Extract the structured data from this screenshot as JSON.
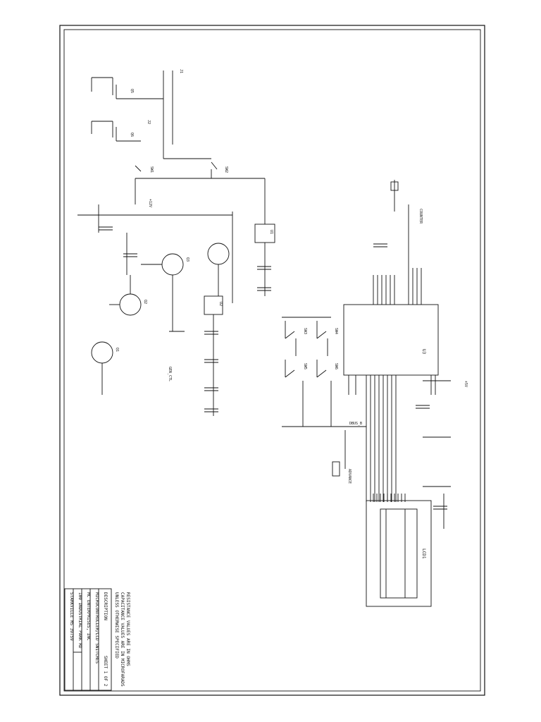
{
  "notes": {
    "line1": "RESISTANCE VALUES ARE IN OHMS",
    "line2": "CAPACITANCE VALUES ARE IN MICROFARADS",
    "line3": "UNLESS OTHERWISE SPECIFIED"
  },
  "title_block": {
    "description_label": "DESCRIPTION",
    "description": "MICROCONTROLLER/LCD SWITCHES",
    "company1": "MC ENTERPRISES, INC",
    "company2": "100 INDUSTRIAL PARK RD",
    "company3": "STARKVILLE MS 39759",
    "sheet": "SHEET 1 OF 2"
  },
  "labels": {
    "lcd": "LCD1",
    "u3": "U3",
    "dbus": "DBUS_B",
    "j1": "J1",
    "j2": "J2",
    "sw1": "SW1",
    "sw2": "SW2",
    "sw3": "SW3",
    "sw4": "SW4",
    "sw5": "SW5",
    "sw6": "SW6",
    "q1": "Q1",
    "q2": "Q2",
    "q3": "Q3",
    "q5": "Q5",
    "q6": "Q6",
    "u1": "U1",
    "u2": "U2",
    "vdd": "+5V",
    "v12": "+12V",
    "counter": "COUNTER",
    "advance": "ADVANCE",
    "genr": "GEN_CTL"
  }
}
